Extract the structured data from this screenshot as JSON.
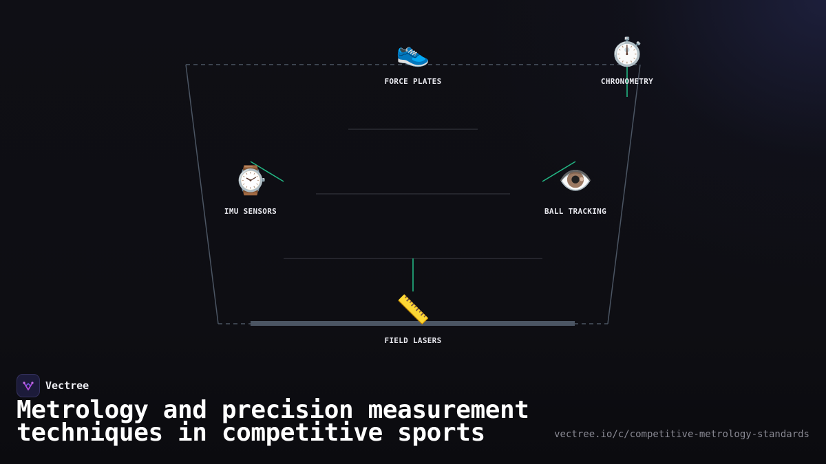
{
  "diagram": {
    "nodes": [
      {
        "id": "force-plates",
        "label": "FORCE PLATES",
        "icon": "👟",
        "icon_name": "running-shoe-icon"
      },
      {
        "id": "chronometry",
        "label": "CHRONOMETRY",
        "icon": "⏱️",
        "icon_name": "stopwatch-icon"
      },
      {
        "id": "imu-sensors",
        "label": "IMU SENSORS",
        "icon": "⌚",
        "icon_name": "wristwatch-icon"
      },
      {
        "id": "ball-tracking",
        "label": "BALL TRACKING",
        "icon": "👁️",
        "icon_name": "eye-icon"
      },
      {
        "id": "field-lasers",
        "label": "FIELD LASERS",
        "icon": "📏",
        "icon_name": "ruler-icon"
      }
    ],
    "colors": {
      "connector": "#22b583",
      "outline": "#4b5563",
      "inner_lines": "#3a3b44",
      "base_bar": "#4b5563"
    }
  },
  "brand": {
    "name": "Vectree",
    "logo_icon": "vectree-logo-icon"
  },
  "headline": {
    "line1": "Metrology and precision measurement",
    "line2": "techniques in competitive sports"
  },
  "url": "vectree.io/c/competitive-metrology-standards"
}
